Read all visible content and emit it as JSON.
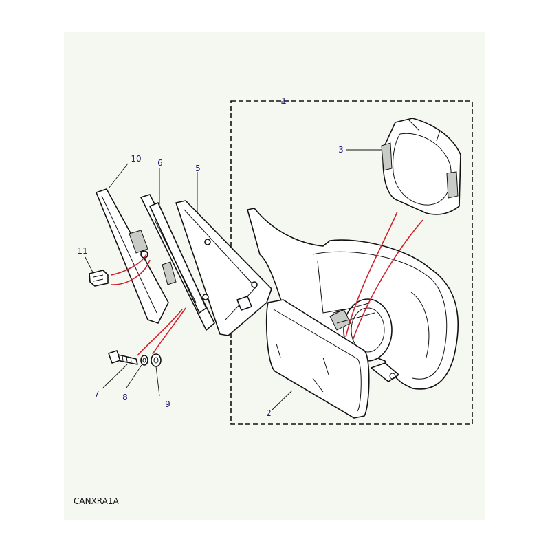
{
  "diagram": {
    "code": "CANXRA1A",
    "callouts": [
      "1",
      "2",
      "3",
      "5",
      "6",
      "7",
      "8",
      "9",
      "10",
      "11"
    ]
  },
  "colors": {
    "background": "#f5f8f1",
    "callout_text": "#1a1a7a",
    "highlight_lines": "#d0202a",
    "outline": "#111111"
  }
}
